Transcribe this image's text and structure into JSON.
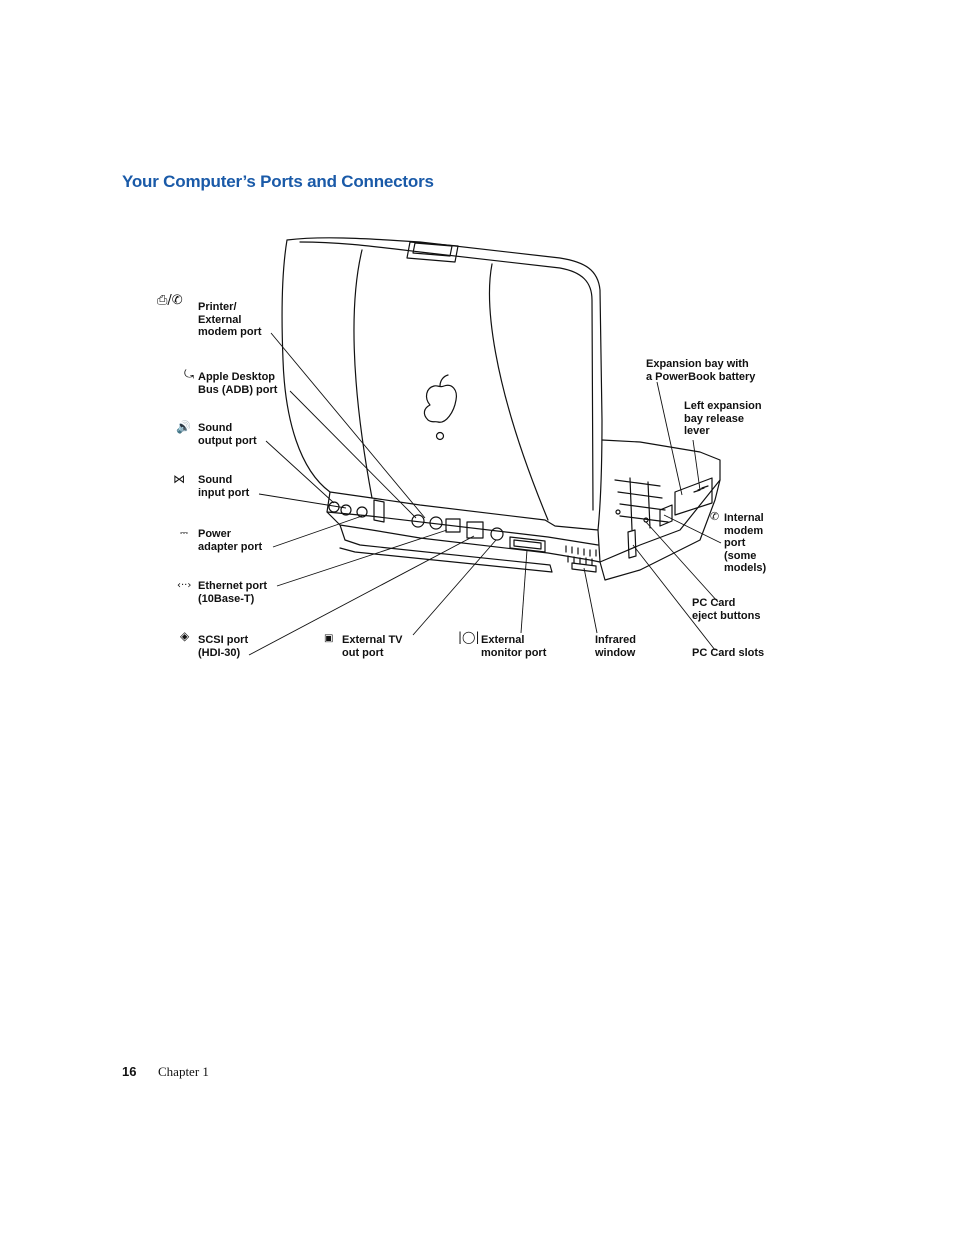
{
  "page": {
    "title": "Your Computer’s Ports and Connectors",
    "page_number": "16",
    "chapter": "Chapter 1"
  },
  "labels": {
    "printer_modem": [
      "Printer/",
      "External",
      "modem port"
    ],
    "adb": [
      "Apple Desktop",
      "Bus (ADB) port"
    ],
    "sound_out": [
      "Sound",
      "output port"
    ],
    "sound_in": [
      "Sound",
      "input port"
    ],
    "power": [
      "Power",
      "adapter port"
    ],
    "ethernet": [
      "Ethernet port",
      "(10Base-T)"
    ],
    "scsi": [
      "SCSI port",
      "(HDI-30)"
    ],
    "tv_out": [
      "External TV",
      "out port"
    ],
    "monitor": [
      "External",
      "monitor port"
    ],
    "infrared": [
      "Infrared",
      "window"
    ],
    "pc_slots": [
      "PC Card slots"
    ],
    "pc_eject": [
      "PC Card",
      "eject buttons"
    ],
    "internal_modem": [
      "Internal",
      "modem",
      "port",
      "(some",
      "models)"
    ],
    "lever": [
      "Left expansion",
      "bay release",
      "lever"
    ],
    "bay": [
      "Expansion bay with",
      "a PowerBook battery"
    ]
  },
  "icons": {
    "printer_modem": "printer-and-phone-icon",
    "adb": "adb-icon",
    "sound_out": "speaker-icon",
    "sound_in": "microphone-icon",
    "power": "dc-power-icon",
    "ethernet": "ethernet-icon",
    "scsi": "scsi-icon",
    "tv_out": "tv-out-icon",
    "monitor": "monitor-icon",
    "internal_modem": "phone-icon"
  },
  "colors": {
    "title": "#1a5aa8",
    "text": "#111111"
  }
}
